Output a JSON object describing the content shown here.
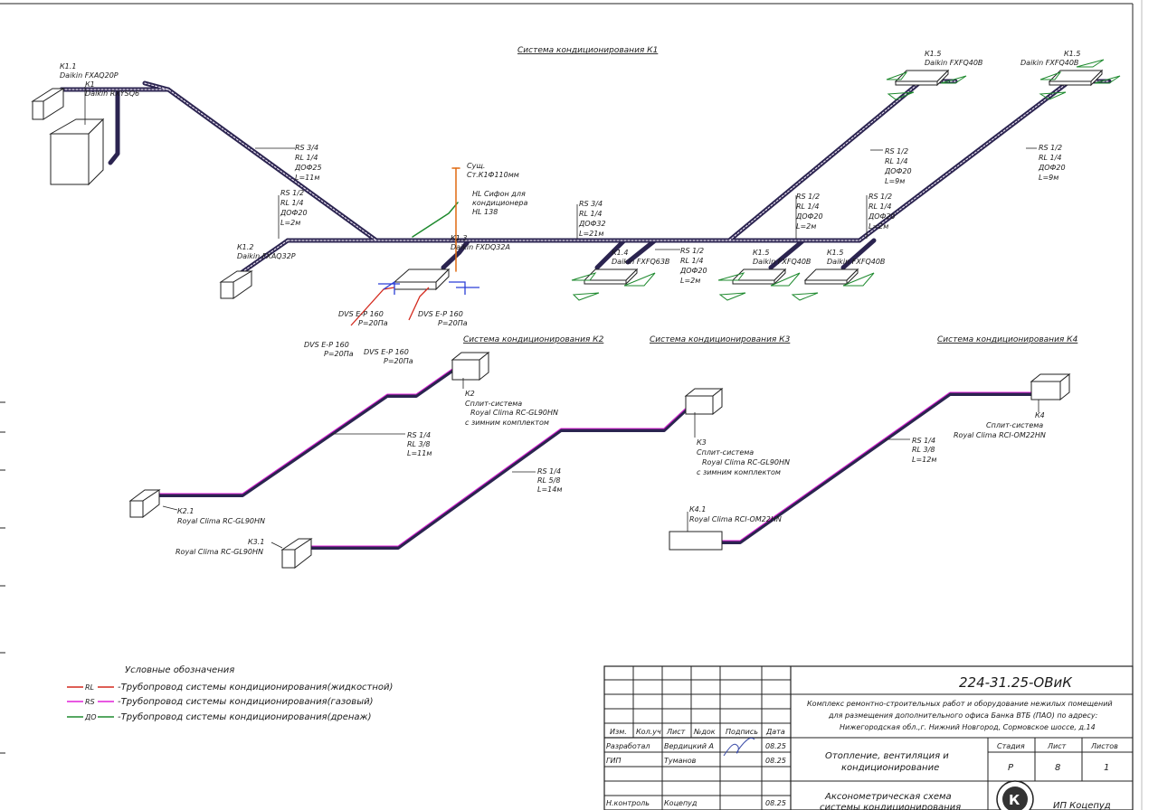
{
  "titles": {
    "k1": "Система кондиционирования К1",
    "k2": "Система кондиционирования К2",
    "k3": "Система кондиционирования К3",
    "k4": "Система кондиционирования К4"
  },
  "units": {
    "k11_a": "К1.1",
    "k11_b": "Daikin FXAQ20P",
    "k1_a": "К1",
    "k1_b": "Daikin RXYSQ6",
    "k12_a": "К1.2",
    "k12_b": "Daikin FXAQ32P",
    "k13_a": "К1.3",
    "k13_b": "Daikin FXDQ32A",
    "k14_a": "К1.4",
    "k14_b": "Daikin FXFQ63B",
    "k15a_a": "К1.5",
    "k15a_b": "Daikin FXFQ40B",
    "k15b_a": "К1.5",
    "k15b_b": "Daikin FXFQ40B",
    "k15c_a": "К1.5",
    "k15c_b": "Daikin FXFQ40B",
    "k15d_a": "К1.5",
    "k15d_b": "Daikin FXFQ40B",
    "k2_a": "К2",
    "k2_b": "Сплит-система",
    "k2_c": "Royal Clima RC-GL90HN",
    "k2_d": "с зимним комплектом",
    "k21_a": "К2.1",
    "k21_b": "Royal Clima RC-GL90HN",
    "k3_a": "К3",
    "k3_b": "Сплит-система",
    "k3_c": "Royal Clima RC-GL90HN",
    "k3_d": "с зимним комплектом",
    "k31_a": "К3.1",
    "k31_b": "Royal Clima RC-GL90HN",
    "k4_a": "К4",
    "k4_b": "Сплит-система",
    "k4_c": "Royal Clima RCI-OM22HN",
    "k41_a": "К4.1",
    "k41_b": "Royal Clima RCI-OM22HN"
  },
  "pipes": {
    "p1": [
      "RS 3/4",
      "RL 1/4",
      "ДОФ25",
      "L=11м"
    ],
    "p2": [
      "RS 1/2",
      "RL 1/4",
      "ДОФ20",
      "L=2м"
    ],
    "p3": [
      "RS 3/4",
      "RL 1/4",
      "ДОФ32",
      "L=21м"
    ],
    "p4": [
      "RS 1/2",
      "RL 1/4",
      "ДОФ20",
      "L=2м"
    ],
    "p5": [
      "RS 1/2",
      "RL 1/4",
      "ДОФ20",
      "L=2м"
    ],
    "p6": [
      "RS 1/2",
      "RL 1/4",
      "ДОФ20",
      "L=2м"
    ],
    "p7": [
      "RS 1/2",
      "RL 1/4",
      "ДОФ20",
      "L=9м"
    ],
    "p8": [
      "RS 1/2",
      "RL 1/4",
      "ДОФ20",
      "L=9м"
    ],
    "k2": [
      "RS 1/4",
      "RL 3/8",
      "L=11м"
    ],
    "k3": [
      "RS 1/4",
      "RL 5/8",
      "L=14м"
    ],
    "k4": [
      "RS 1/4",
      "RL 3/8",
      "L=12м"
    ]
  },
  "drain": {
    "cuts_a": "Сущ.",
    "cuts_b": "Ст.К1Ф110мм",
    "hl_a": "HL Сифон для",
    "hl_b": "кондиционера",
    "hl_c": "HL 138"
  },
  "dvs": {
    "d1_a": "DVS E-P 160",
    "d1_b": "P=20Па",
    "d2_a": "DVS E-P 160",
    "d2_b": "P=20Па",
    "d3_a": "DVS E-P 160",
    "d3_b": "P=20Па",
    "d4_a": "DVS E-P 160",
    "d4_b": "P=20Па"
  },
  "legend": {
    "title": "Условные обозначения",
    "rl_code": "RL",
    "rl_text": "-Трубопровод системы кондиционирования(жидкостной)",
    "rs_code": "RS",
    "rs_text": "-Трубопровод системы кондиционирования(газовый)",
    "do_code": "ДО",
    "do_text": "-Трубопровод системы кондиционирования(дренаж)"
  },
  "stamp": {
    "code": "224-31.25-ОВиК",
    "desc1": "Комплекс ремонтно-строительных работ и оборудование нежилых помещений",
    "desc2": "для размещения дополнительного офиса Банка ВТБ (ПАО) по адресу:",
    "desc3": "Нижегородская обл.,г. Нижний Новгород, Сормовское шоссе, д.14",
    "h_izm": "Изм.",
    "h_kol": "Кол.уч",
    "h_list": "Лист",
    "h_ndoc": "№док",
    "h_podp": "Подпись",
    "h_data": "Дата",
    "r1_role": "Разработал",
    "r1_name": "Вердицкий А",
    "r1_date": "08.25",
    "r2_role": "ГИП",
    "r2_name": "Туманов",
    "r2_date": "08.25",
    "r3_role": "Н.контроль",
    "r3_name": "Коцепуд",
    "r3_date": "08.25",
    "section1": "Отопление, вентиляция и",
    "section2": "кондиционирование",
    "stage_h": "Стадия",
    "sheet_h": "Лист",
    "sheets_h": "Листов",
    "stage": "Р",
    "sheet": "8",
    "sheets": "1",
    "drawing1": "Аксонометрическая схема",
    "drawing2": "системы кондиционирования",
    "org": "ИП Коцепуд",
    "logo_letter": "К"
  },
  "colors": {
    "pipe_dark": "#2b2450",
    "liquid": "#d42a1e",
    "gas": "#e020d8",
    "drain": "#1e8a2e",
    "vent_blue": "#2b3fd6",
    "riser": "#e06a10"
  }
}
